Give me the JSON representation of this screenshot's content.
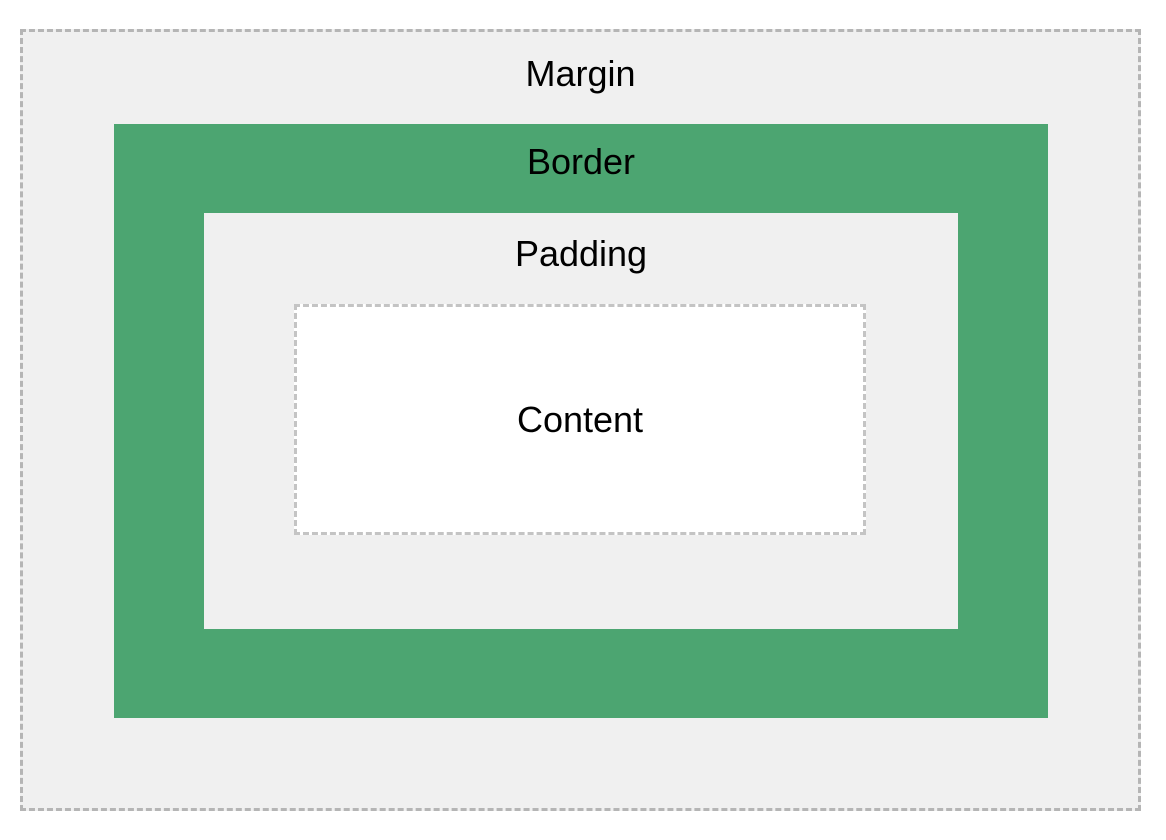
{
  "diagram": {
    "margin": {
      "label": "Margin"
    },
    "border": {
      "label": "Border"
    },
    "padding": {
      "label": "Padding"
    },
    "content": {
      "label": "Content"
    },
    "colors": {
      "page_bg": "#ffffff",
      "margin_bg": "#f0f0f0",
      "margin_dash": "#b5b5b5",
      "border_bg": "#4CA571",
      "padding_bg": "#f0f0f0",
      "content_bg": "#ffffff",
      "content_dash": "#c4c4c4",
      "label_text": "#000000"
    }
  }
}
